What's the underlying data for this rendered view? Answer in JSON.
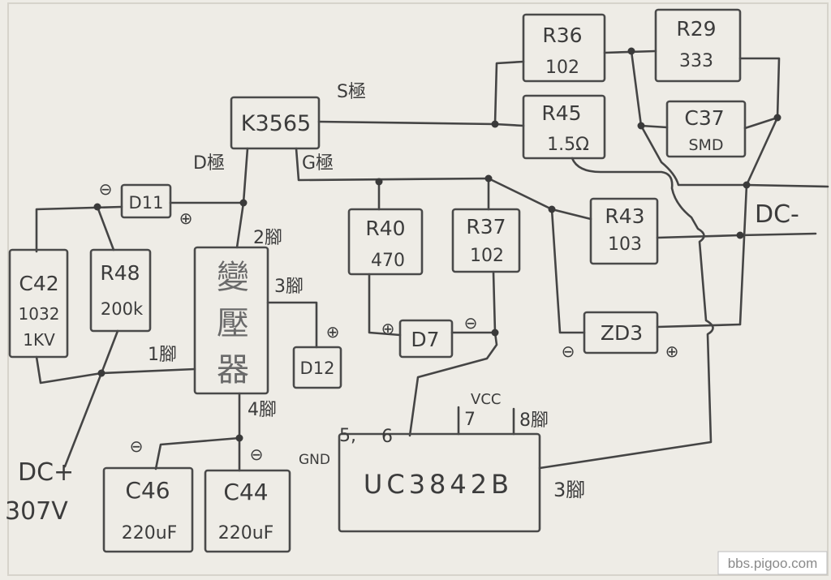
{
  "k3565": {
    "name": "K3565"
  },
  "r36": {
    "name": "R36",
    "value": "102"
  },
  "r29": {
    "name": "R29",
    "value": "333"
  },
  "r45": {
    "name": "R45",
    "value": "1.5Ω"
  },
  "c37": {
    "name": "C37",
    "value": "SMD"
  },
  "d11": {
    "name": "D11"
  },
  "r40": {
    "name": "R40",
    "value": "470"
  },
  "r37": {
    "name": "R37",
    "value": "102"
  },
  "r43": {
    "name": "R43",
    "value": "103"
  },
  "c42": {
    "name": "C42",
    "value": "1032",
    "rating": "1KV"
  },
  "r48": {
    "name": "R48",
    "value": "200k"
  },
  "transformer": {
    "chars": [
      "變",
      "壓",
      "器"
    ]
  },
  "d12": {
    "name": "D12"
  },
  "d7": {
    "name": "D7"
  },
  "zd3": {
    "name": "ZD3"
  },
  "c46": {
    "name": "C46",
    "value": "220uF"
  },
  "c44": {
    "name": "C44",
    "value": "220uF"
  },
  "ic": {
    "name": "UC3842B"
  },
  "labels": {
    "s_pole": "S極",
    "d_pole": "D極",
    "g_pole": "G極",
    "pin2": "2腳",
    "pin3": "3腳",
    "pin1": "1腳",
    "pin4": "4腳",
    "gnd": "GND",
    "pin5": "5,",
    "pin6": "6",
    "vcc": "VCC",
    "pin7": "7",
    "pin8": "8腳",
    "ic_pin3": "3腳",
    "dc_minus": "DC-",
    "dc_plus": "DC+",
    "dc_plus_voltage": "307V"
  },
  "polarity": {
    "plus": "⊕",
    "minus": "⊖"
  },
  "watermark": "bbs.pigoo.com",
  "colors": {
    "paper": "#eeece6",
    "pencil": "#454545"
  }
}
